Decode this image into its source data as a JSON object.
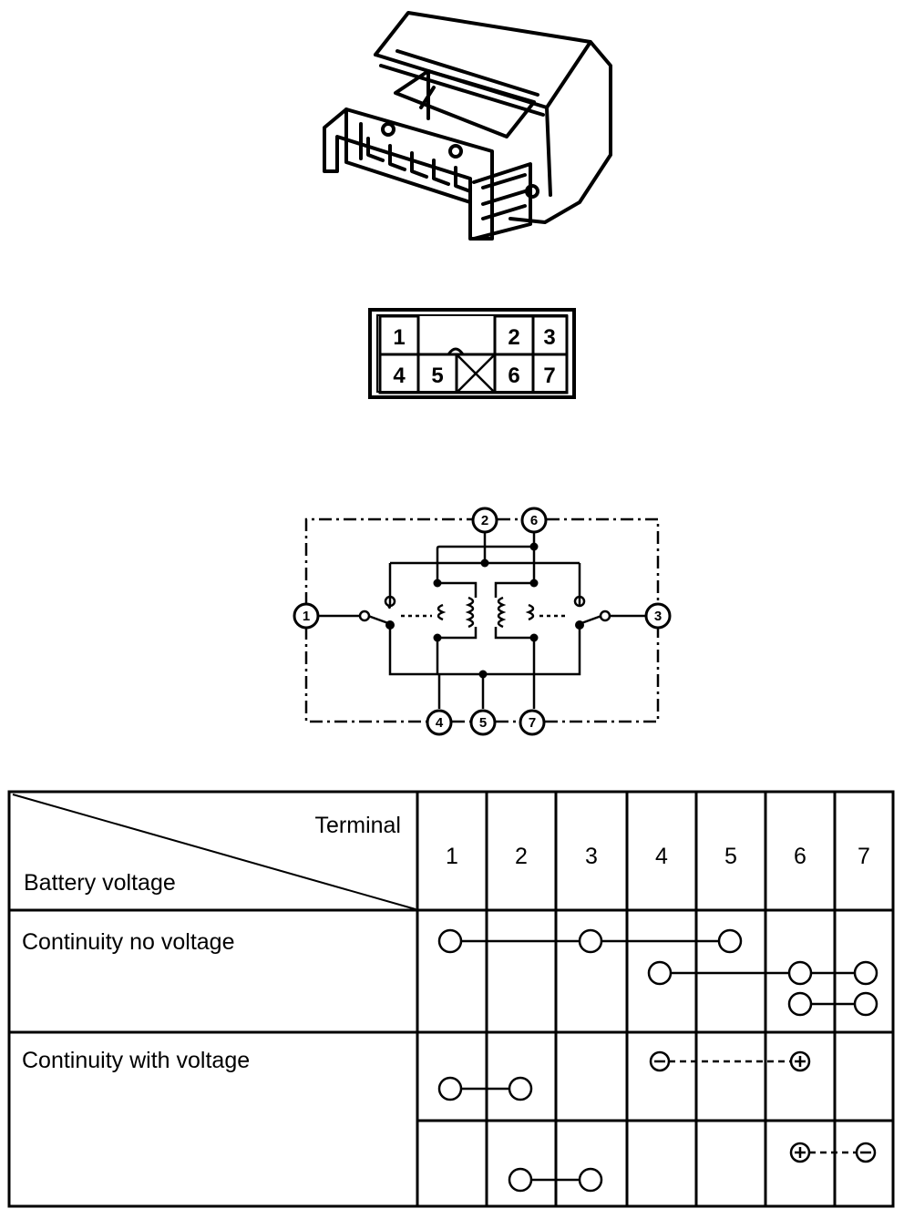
{
  "connector_pins": {
    "top_row": [
      "1",
      "2",
      "3"
    ],
    "bottom_row": [
      "4",
      "5",
      "6",
      "7"
    ]
  },
  "circuit_nodes": [
    "1",
    "2",
    "3",
    "4",
    "5",
    "6",
    "7"
  ],
  "table": {
    "header_terminal": "Terminal",
    "header_battery": "Battery voltage",
    "terminals": [
      "1",
      "2",
      "3",
      "4",
      "5",
      "6",
      "7"
    ],
    "rows": [
      {
        "label": "Continuity no voltage",
        "groups": [
          {
            "terminals": [
              "1",
              "3",
              "5"
            ],
            "polarity": null
          },
          {
            "terminals": [
              "4",
              "6",
              "7"
            ],
            "polarity": null
          },
          {
            "terminals": [
              "6",
              "7"
            ],
            "polarity": null
          }
        ]
      },
      {
        "label": "Continuity with voltage",
        "groups": [
          {
            "terminals": [
              "4",
              "6"
            ],
            "polarity": [
              "-",
              "+"
            ]
          },
          {
            "terminals": [
              "1",
              "2"
            ],
            "polarity": null
          },
          {
            "terminals": [
              "6",
              "7"
            ],
            "polarity": [
              "+",
              "-"
            ]
          },
          {
            "terminals": [
              "2",
              "3"
            ],
            "polarity": null
          }
        ]
      }
    ]
  }
}
